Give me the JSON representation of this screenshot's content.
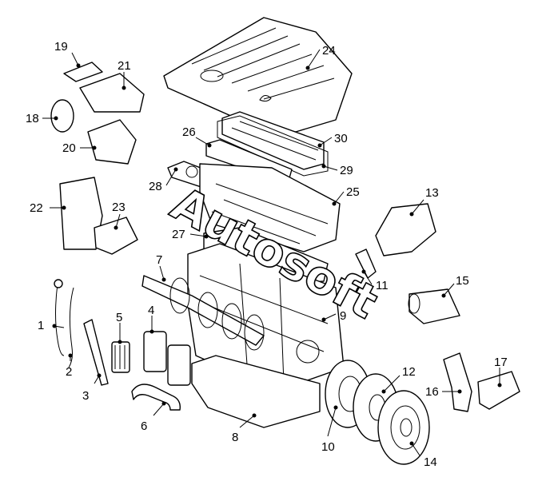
{
  "diagram": {
    "callouts": [
      "1",
      "2",
      "3",
      "4",
      "5",
      "6",
      "7",
      "8",
      "9",
      "10",
      "11",
      "12",
      "13",
      "14",
      "15",
      "16",
      "17",
      "18",
      "19",
      "20",
      "21",
      "22",
      "23",
      "24",
      "25",
      "26",
      "27",
      "28",
      "29",
      "30"
    ],
    "watermark": "Autosoft"
  }
}
